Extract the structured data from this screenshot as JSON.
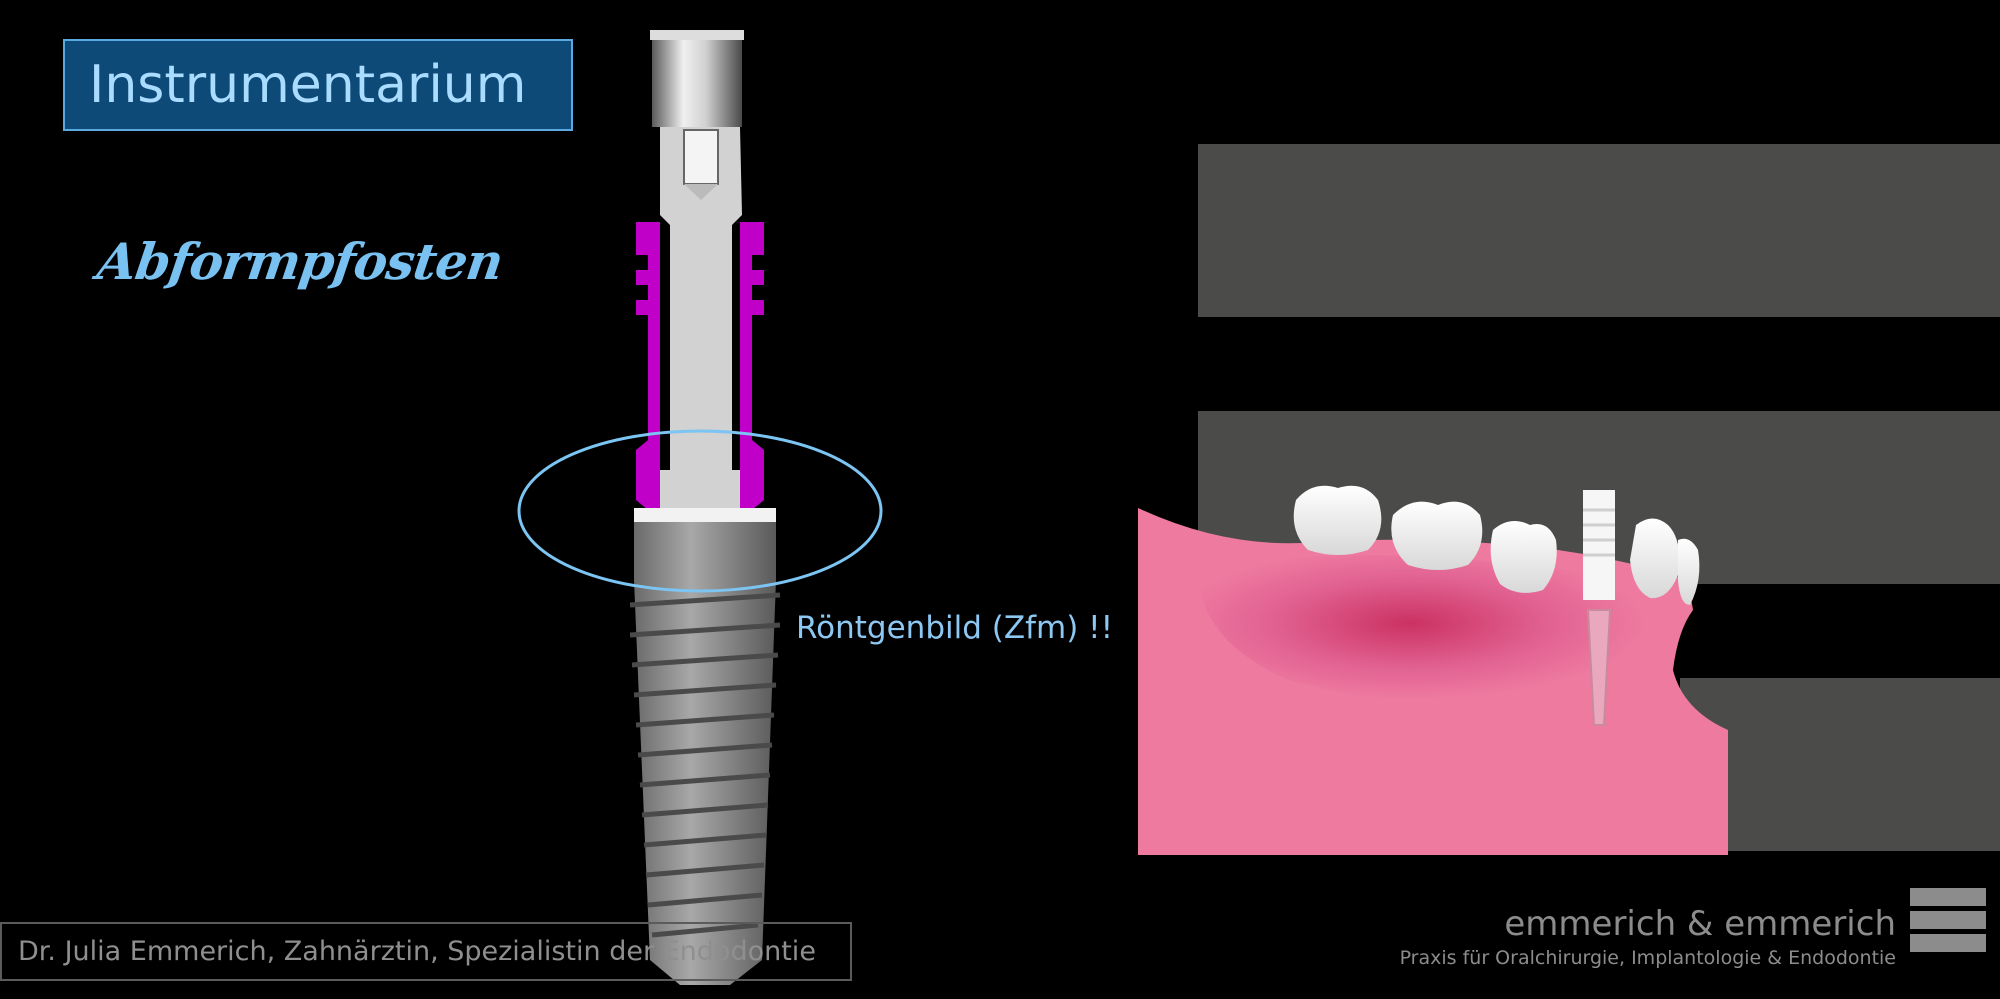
{
  "slide": {
    "title": "Instrumentarium",
    "subtitle": "Abformpfosten",
    "annotation": "Röntgenbild (Zfm) !!",
    "footer_left": "Dr. Julia Emmerich, Zahnärztin, Spezialistin der Endodontie",
    "brand_name": "emmerich & emmerich",
    "brand_tagline": "Praxis für Oralchirurgie, Implantologie & Endodontie"
  },
  "colors": {
    "title_background": "#0d4a78",
    "title_text": "#a9dcff",
    "accent_blue": "#79c1f0",
    "impression_post": "#c000c8",
    "gum_pink": "#ee7aa0",
    "grey_bar": "#4b4c4a"
  },
  "icons": {
    "implant": "dental-implant-icon",
    "jaw": "jaw-illustration-icon",
    "logo": "brand-logo-icon"
  }
}
